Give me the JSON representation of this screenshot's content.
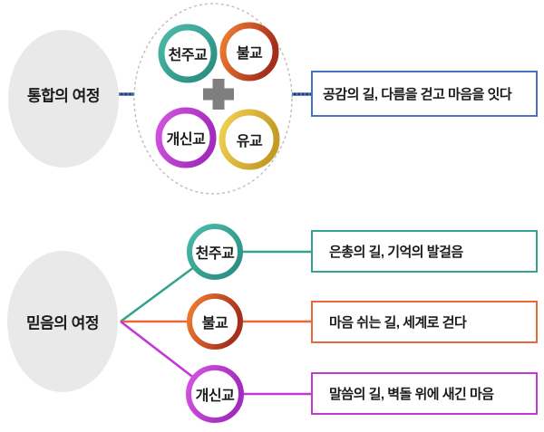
{
  "integration": {
    "label": "통합의 여정",
    "religions": [
      {
        "name": "천주교",
        "color": "#35a18f"
      },
      {
        "name": "불교",
        "color": "#e8683a"
      },
      {
        "name": "개신교",
        "color": "#c13ad4"
      },
      {
        "name": "유교",
        "color": "#d9b435"
      }
    ],
    "plus_symbol": "+",
    "result": "공감의 길, 다름을 걷고 마음을 잇다"
  },
  "faith": {
    "label": "믿음의 여정",
    "branches": [
      {
        "name": "천주교",
        "description": "은총의 길, 기억의 발걸음",
        "color": "#35a18f"
      },
      {
        "name": "불교",
        "description": "마음 쉬는 길, 세계로 걷다",
        "color": "#e8683a"
      },
      {
        "name": "개신교",
        "description": "말씀의 길, 벽돌 위에 새긴 마음",
        "color": "#c13ad4"
      }
    ]
  },
  "colors": {
    "teal": "#35a18f",
    "orange": "#e8683a",
    "purple": "#c13ad4",
    "yellow": "#d9b435",
    "blue": "#4472c4",
    "navy": "#1f3864",
    "gray_ellipse": "#e9e9e9",
    "gray_plus": "#7f7f7f",
    "gray_dashed": "#bdbdbd",
    "text": "#1a1a1a"
  }
}
